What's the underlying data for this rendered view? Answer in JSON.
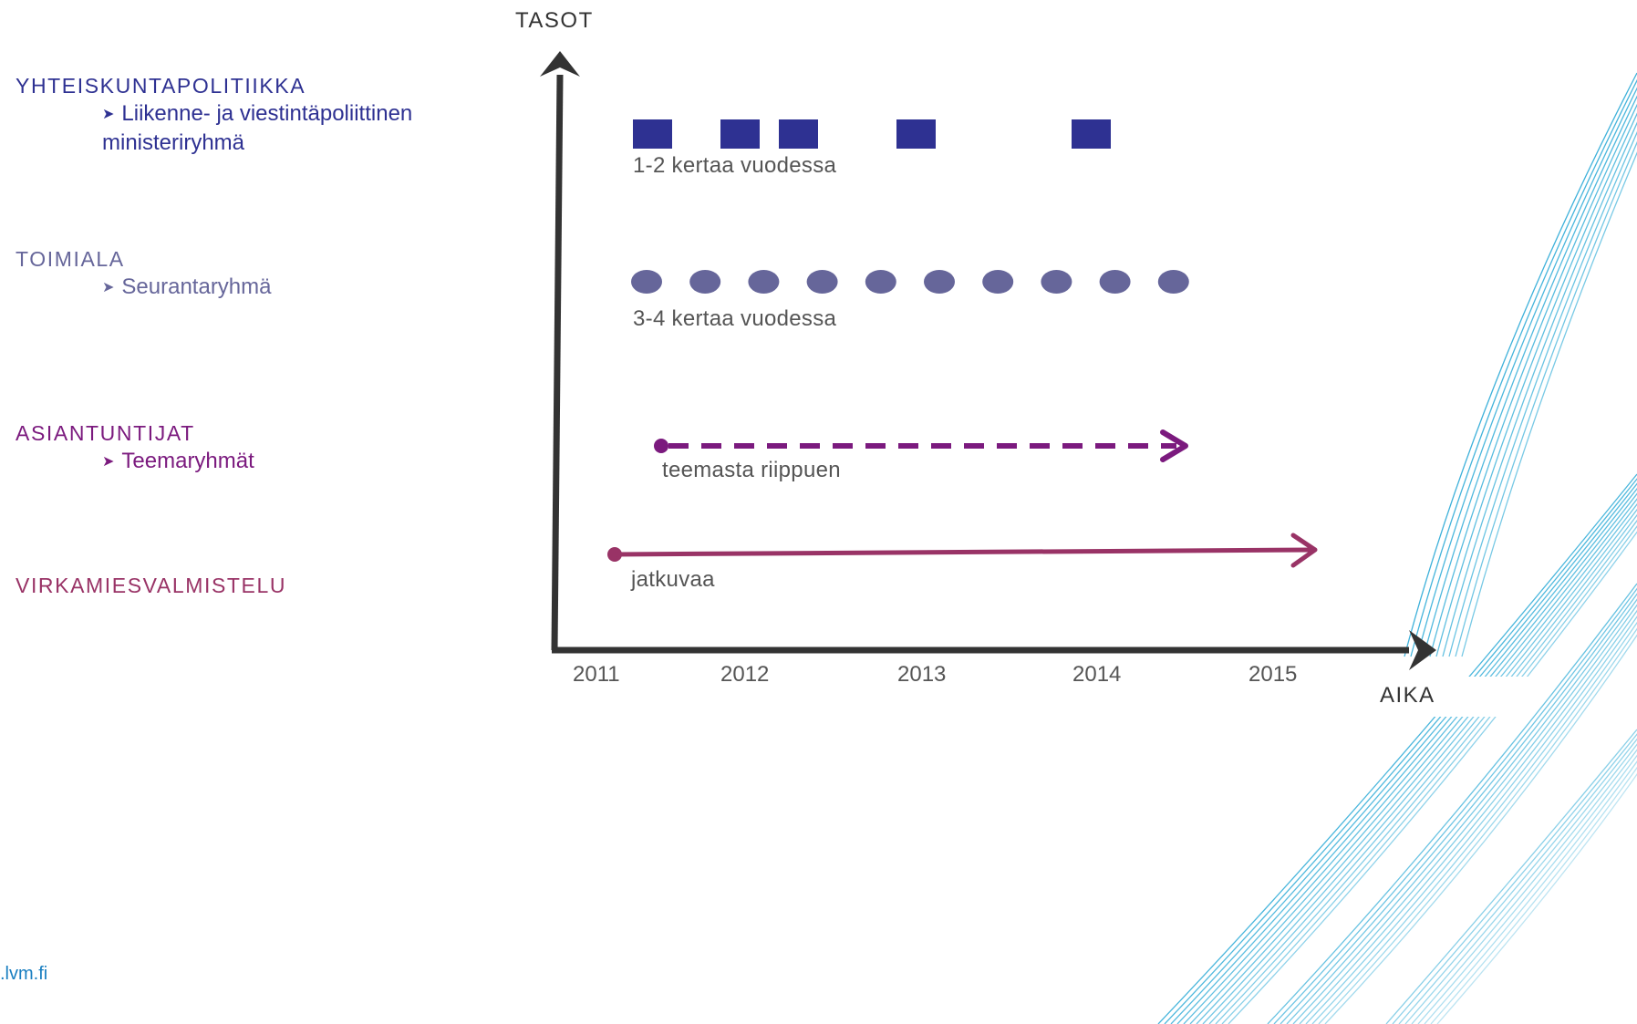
{
  "colors": {
    "blue": "#2e3192",
    "slate": "#66669a",
    "purple": "#7b1a7e",
    "plum": "#993366",
    "axis": "#333333",
    "deco": "#29a9d6"
  },
  "levels": [
    {
      "title": "YHTEISKUNTAPOLITIIKKA",
      "sub": "Liikenne- ja viestintäpoliittinen",
      "sub2": "ministeriryhmä"
    },
    {
      "title": "TOIMIALA",
      "sub": "Seurantaryhmä"
    },
    {
      "title": "ASIANTUNTIJAT",
      "sub": "Teemaryhmät"
    },
    {
      "title": "VIRKAMIESVALMISTELU"
    }
  ],
  "axes": {
    "y_label": "TASOT",
    "x_label": "AIKA",
    "years": [
      "2011",
      "2012",
      "2013",
      "2014",
      "2015"
    ]
  },
  "rows": [
    {
      "caption": "1-2 kertaa vuodessa",
      "marker": "square",
      "count": 5
    },
    {
      "caption": "3-4 kertaa vuodessa",
      "marker": "circle",
      "count": 10
    },
    {
      "caption": "teemasta riippuen",
      "marker": "dashed-arrow"
    },
    {
      "caption": "jatkuvaa",
      "marker": "solid-arrow"
    }
  ],
  "footer": {
    "text": ".lvm.fi"
  }
}
